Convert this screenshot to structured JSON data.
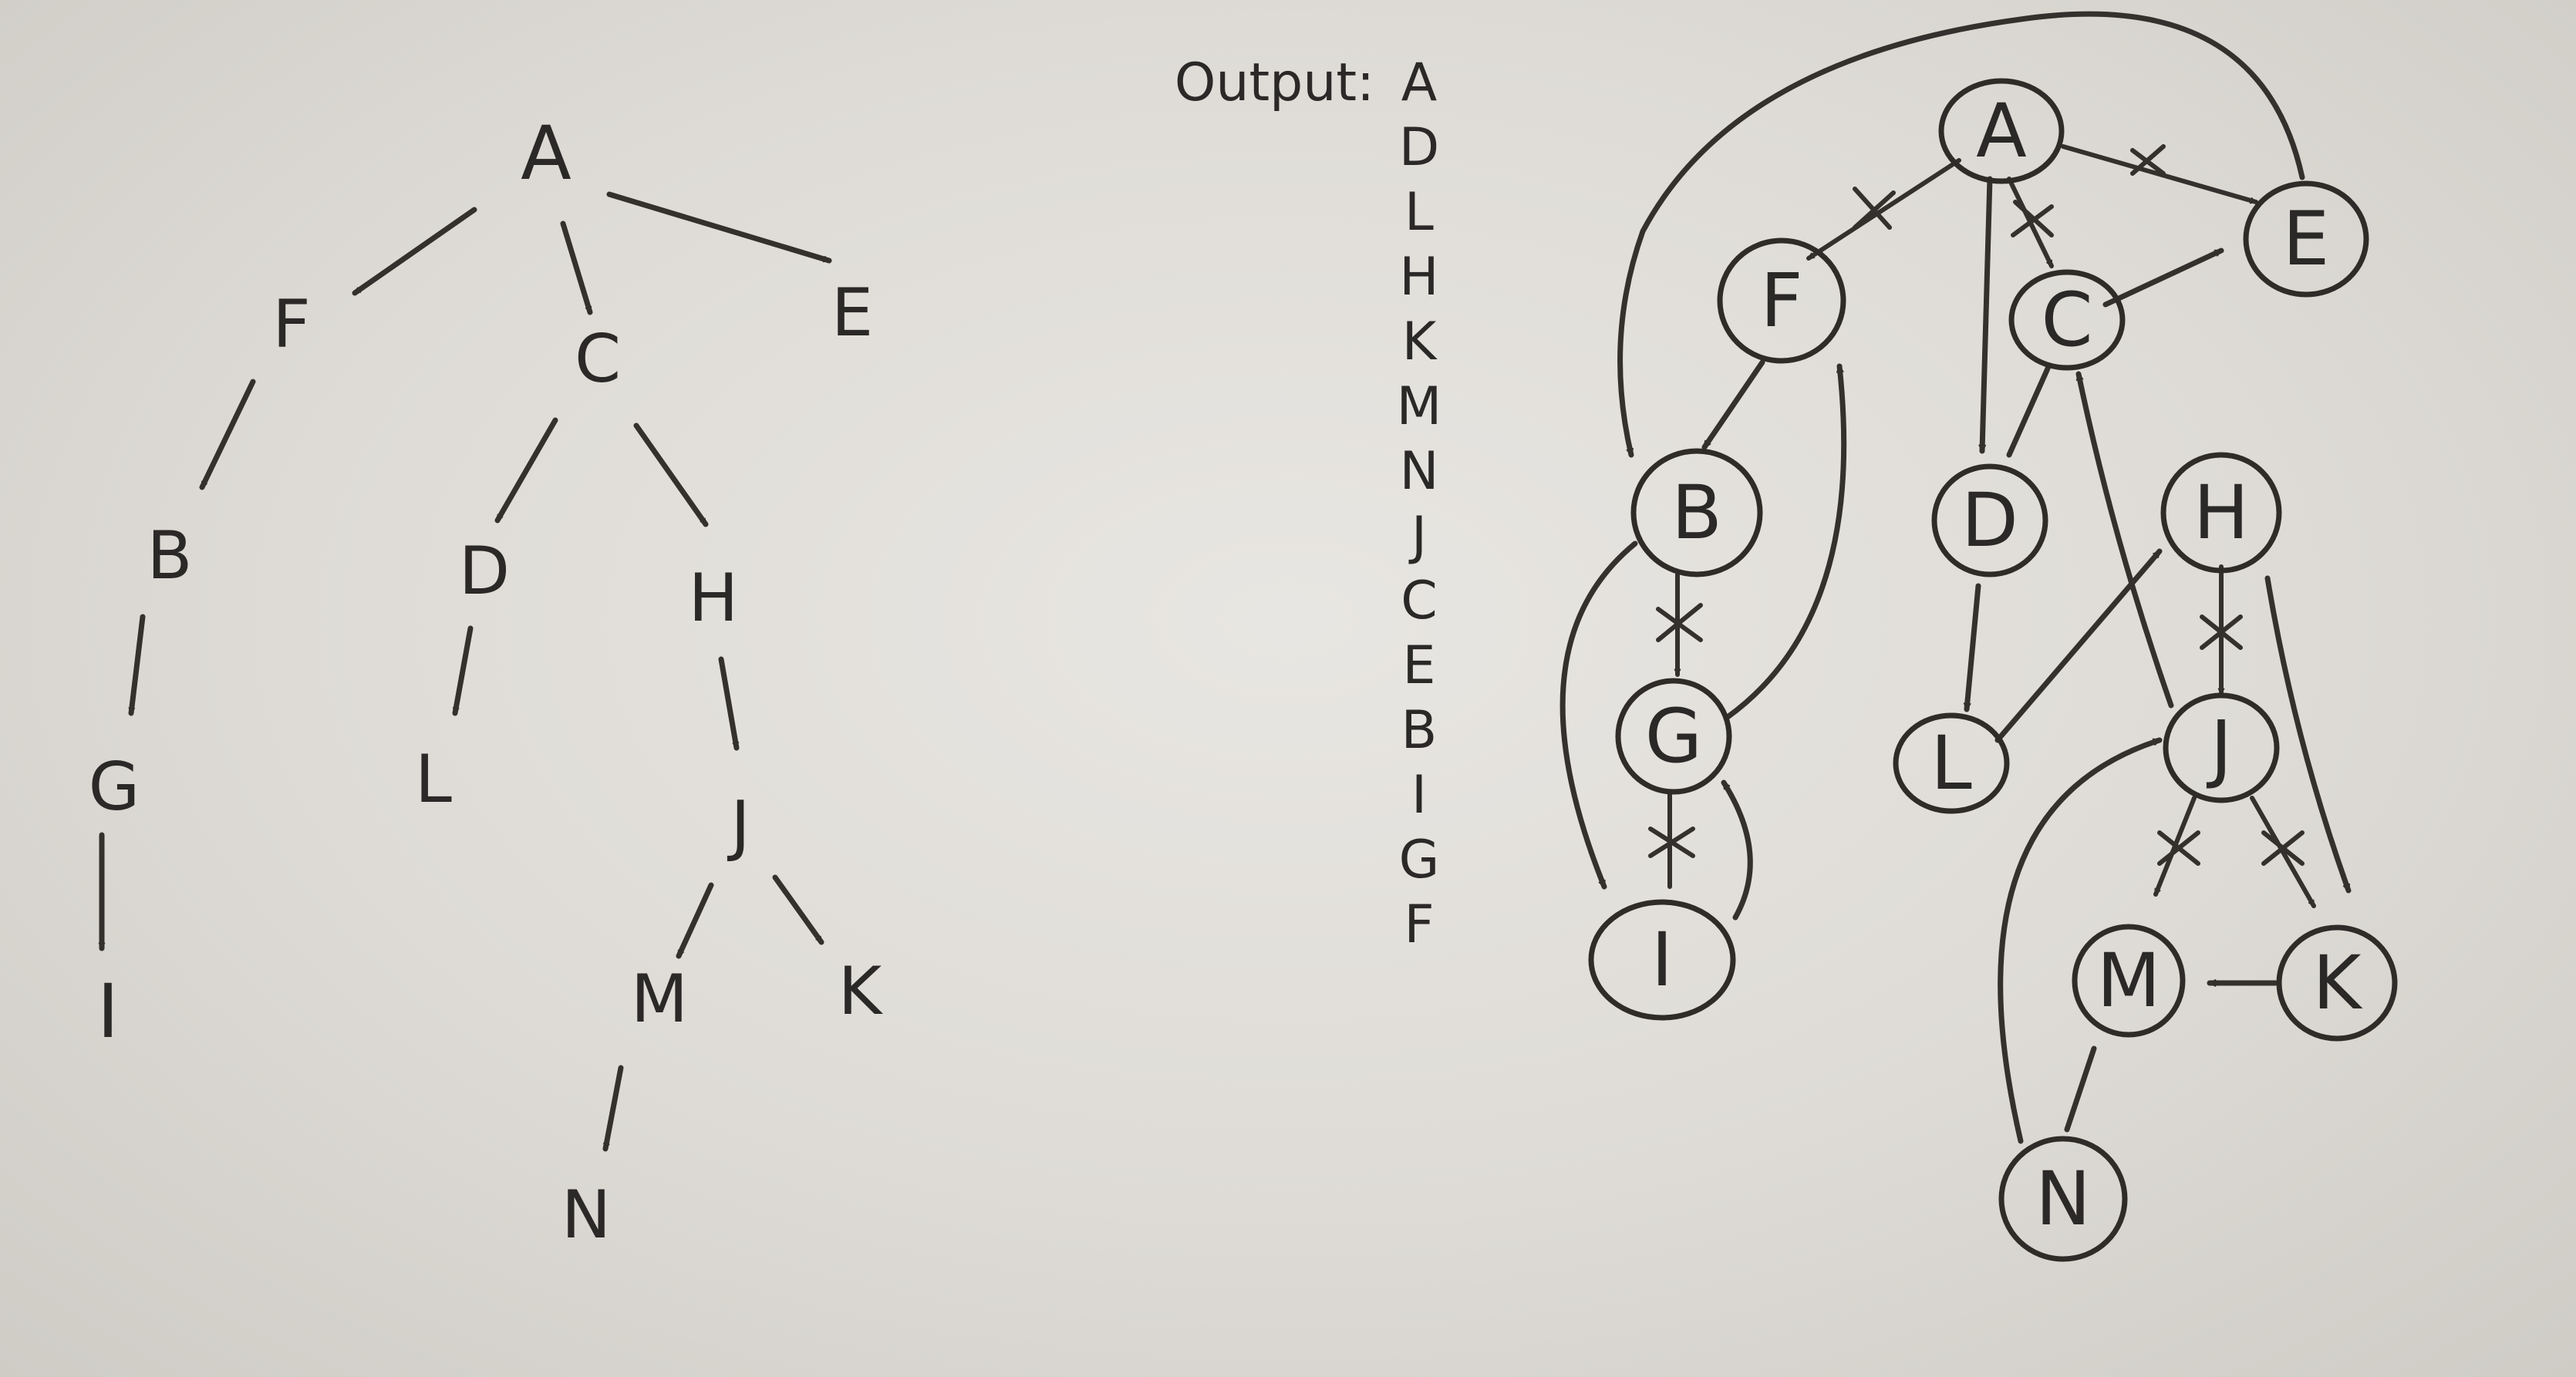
{
  "left_tree": {
    "nodes": [
      {
        "id": "A",
        "label": "A"
      },
      {
        "id": "F",
        "label": "F"
      },
      {
        "id": "C",
        "label": "C"
      },
      {
        "id": "E",
        "label": "E"
      },
      {
        "id": "B",
        "label": "B"
      },
      {
        "id": "D",
        "label": "D"
      },
      {
        "id": "H",
        "label": "H"
      },
      {
        "id": "G",
        "label": "G"
      },
      {
        "id": "L",
        "label": "L"
      },
      {
        "id": "J",
        "label": "J"
      },
      {
        "id": "I",
        "label": "I"
      },
      {
        "id": "M",
        "label": "M"
      },
      {
        "id": "K",
        "label": "K"
      },
      {
        "id": "N",
        "label": "N"
      }
    ],
    "edges": [
      [
        "A",
        "F"
      ],
      [
        "A",
        "C"
      ],
      [
        "A",
        "E"
      ],
      [
        "F",
        "B"
      ],
      [
        "B",
        "G"
      ],
      [
        "G",
        "I"
      ],
      [
        "C",
        "D"
      ],
      [
        "C",
        "H"
      ],
      [
        "D",
        "L"
      ],
      [
        "H",
        "J"
      ],
      [
        "J",
        "M"
      ],
      [
        "J",
        "K"
      ],
      [
        "M",
        "N"
      ]
    ]
  },
  "output": {
    "label": "Output:",
    "sequence": [
      "A",
      "D",
      "L",
      "H",
      "K",
      "M",
      "N",
      "J",
      "C",
      "E",
      "B",
      "I",
      "G",
      "F"
    ]
  },
  "right_graph": {
    "nodes": [
      {
        "id": "A",
        "label": "A"
      },
      {
        "id": "E",
        "label": "E"
      },
      {
        "id": "F",
        "label": "F"
      },
      {
        "id": "C",
        "label": "C"
      },
      {
        "id": "B",
        "label": "B"
      },
      {
        "id": "D",
        "label": "D"
      },
      {
        "id": "H",
        "label": "H"
      },
      {
        "id": "G",
        "label": "G"
      },
      {
        "id": "L",
        "label": "L"
      },
      {
        "id": "J",
        "label": "J"
      },
      {
        "id": "I",
        "label": "I"
      },
      {
        "id": "M",
        "label": "M"
      },
      {
        "id": "K",
        "label": "K"
      },
      {
        "id": "N",
        "label": "N"
      }
    ],
    "crossed_edges": [
      [
        "A",
        "F"
      ],
      [
        "A",
        "C"
      ],
      [
        "A",
        "E"
      ],
      [
        "B",
        "G"
      ],
      [
        "G",
        "I"
      ],
      [
        "H",
        "J"
      ],
      [
        "J",
        "M"
      ],
      [
        "J",
        "K"
      ]
    ],
    "traversal_edges": [
      [
        "A",
        "D"
      ],
      [
        "D",
        "L"
      ],
      [
        "L",
        "H"
      ],
      [
        "H",
        "K"
      ],
      [
        "K",
        "M"
      ],
      [
        "M",
        "N"
      ],
      [
        "N",
        "J"
      ],
      [
        "J",
        "C"
      ],
      [
        "C",
        "E"
      ],
      [
        "E",
        "B"
      ],
      [
        "B",
        "I"
      ],
      [
        "I",
        "G"
      ],
      [
        "G",
        "F"
      ],
      [
        "C",
        "D"
      ],
      [
        "F",
        "B"
      ]
    ]
  }
}
